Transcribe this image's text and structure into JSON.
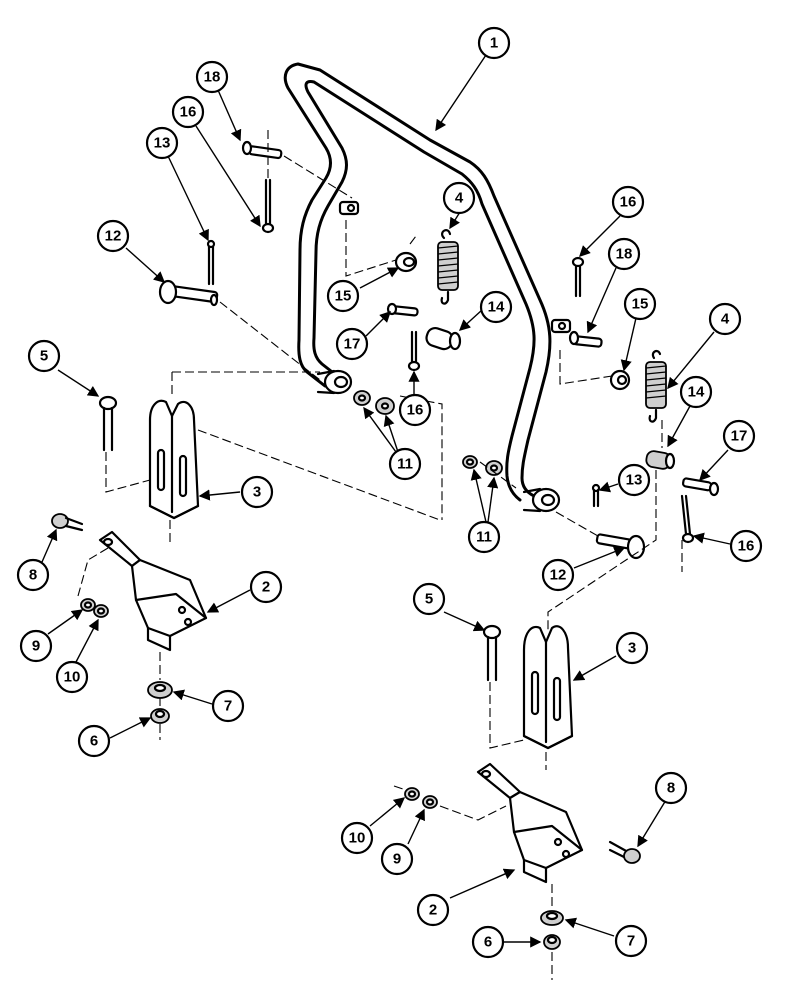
{
  "callouts": [
    {
      "id": "c1",
      "label": "1"
    },
    {
      "id": "c18a",
      "label": "18"
    },
    {
      "id": "c16a",
      "label": "16"
    },
    {
      "id": "c13a",
      "label": "13"
    },
    {
      "id": "c12a",
      "label": "12"
    },
    {
      "id": "c4a",
      "label": "4"
    },
    {
      "id": "c15a",
      "label": "15"
    },
    {
      "id": "c14a",
      "label": "14"
    },
    {
      "id": "c17a",
      "label": "17"
    },
    {
      "id": "c16b",
      "label": "16"
    },
    {
      "id": "c5a",
      "label": "5"
    },
    {
      "id": "c11a",
      "label": "11"
    },
    {
      "id": "c3a",
      "label": "3"
    },
    {
      "id": "c8a",
      "label": "8"
    },
    {
      "id": "c2a",
      "label": "2"
    },
    {
      "id": "c9a",
      "label": "9"
    },
    {
      "id": "c10a",
      "label": "10"
    },
    {
      "id": "c7a",
      "label": "7"
    },
    {
      "id": "c6a",
      "label": "6"
    },
    {
      "id": "c16c",
      "label": "16"
    },
    {
      "id": "c18b",
      "label": "18"
    },
    {
      "id": "c15b",
      "label": "15"
    },
    {
      "id": "c4b",
      "label": "4"
    },
    {
      "id": "c14b",
      "label": "14"
    },
    {
      "id": "c17b",
      "label": "17"
    },
    {
      "id": "c13b",
      "label": "13"
    },
    {
      "id": "c11b",
      "label": "11"
    },
    {
      "id": "c16d",
      "label": "16"
    },
    {
      "id": "c12b",
      "label": "12"
    },
    {
      "id": "c5b",
      "label": "5"
    },
    {
      "id": "c3b",
      "label": "3"
    },
    {
      "id": "c8b",
      "label": "8"
    },
    {
      "id": "c10b",
      "label": "10"
    },
    {
      "id": "c9b",
      "label": "9"
    },
    {
      "id": "c2b",
      "label": "2"
    },
    {
      "id": "c6b",
      "label": "6"
    },
    {
      "id": "c7b",
      "label": "7"
    }
  ]
}
